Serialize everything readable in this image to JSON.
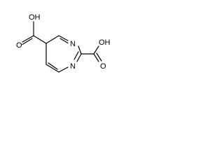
{
  "molecule": {
    "atoms": {
      "oh_top": "OH",
      "o_top": "O",
      "n_upper": "N",
      "n_lower": "N",
      "o_right": "O",
      "oh_right": "OH"
    }
  }
}
